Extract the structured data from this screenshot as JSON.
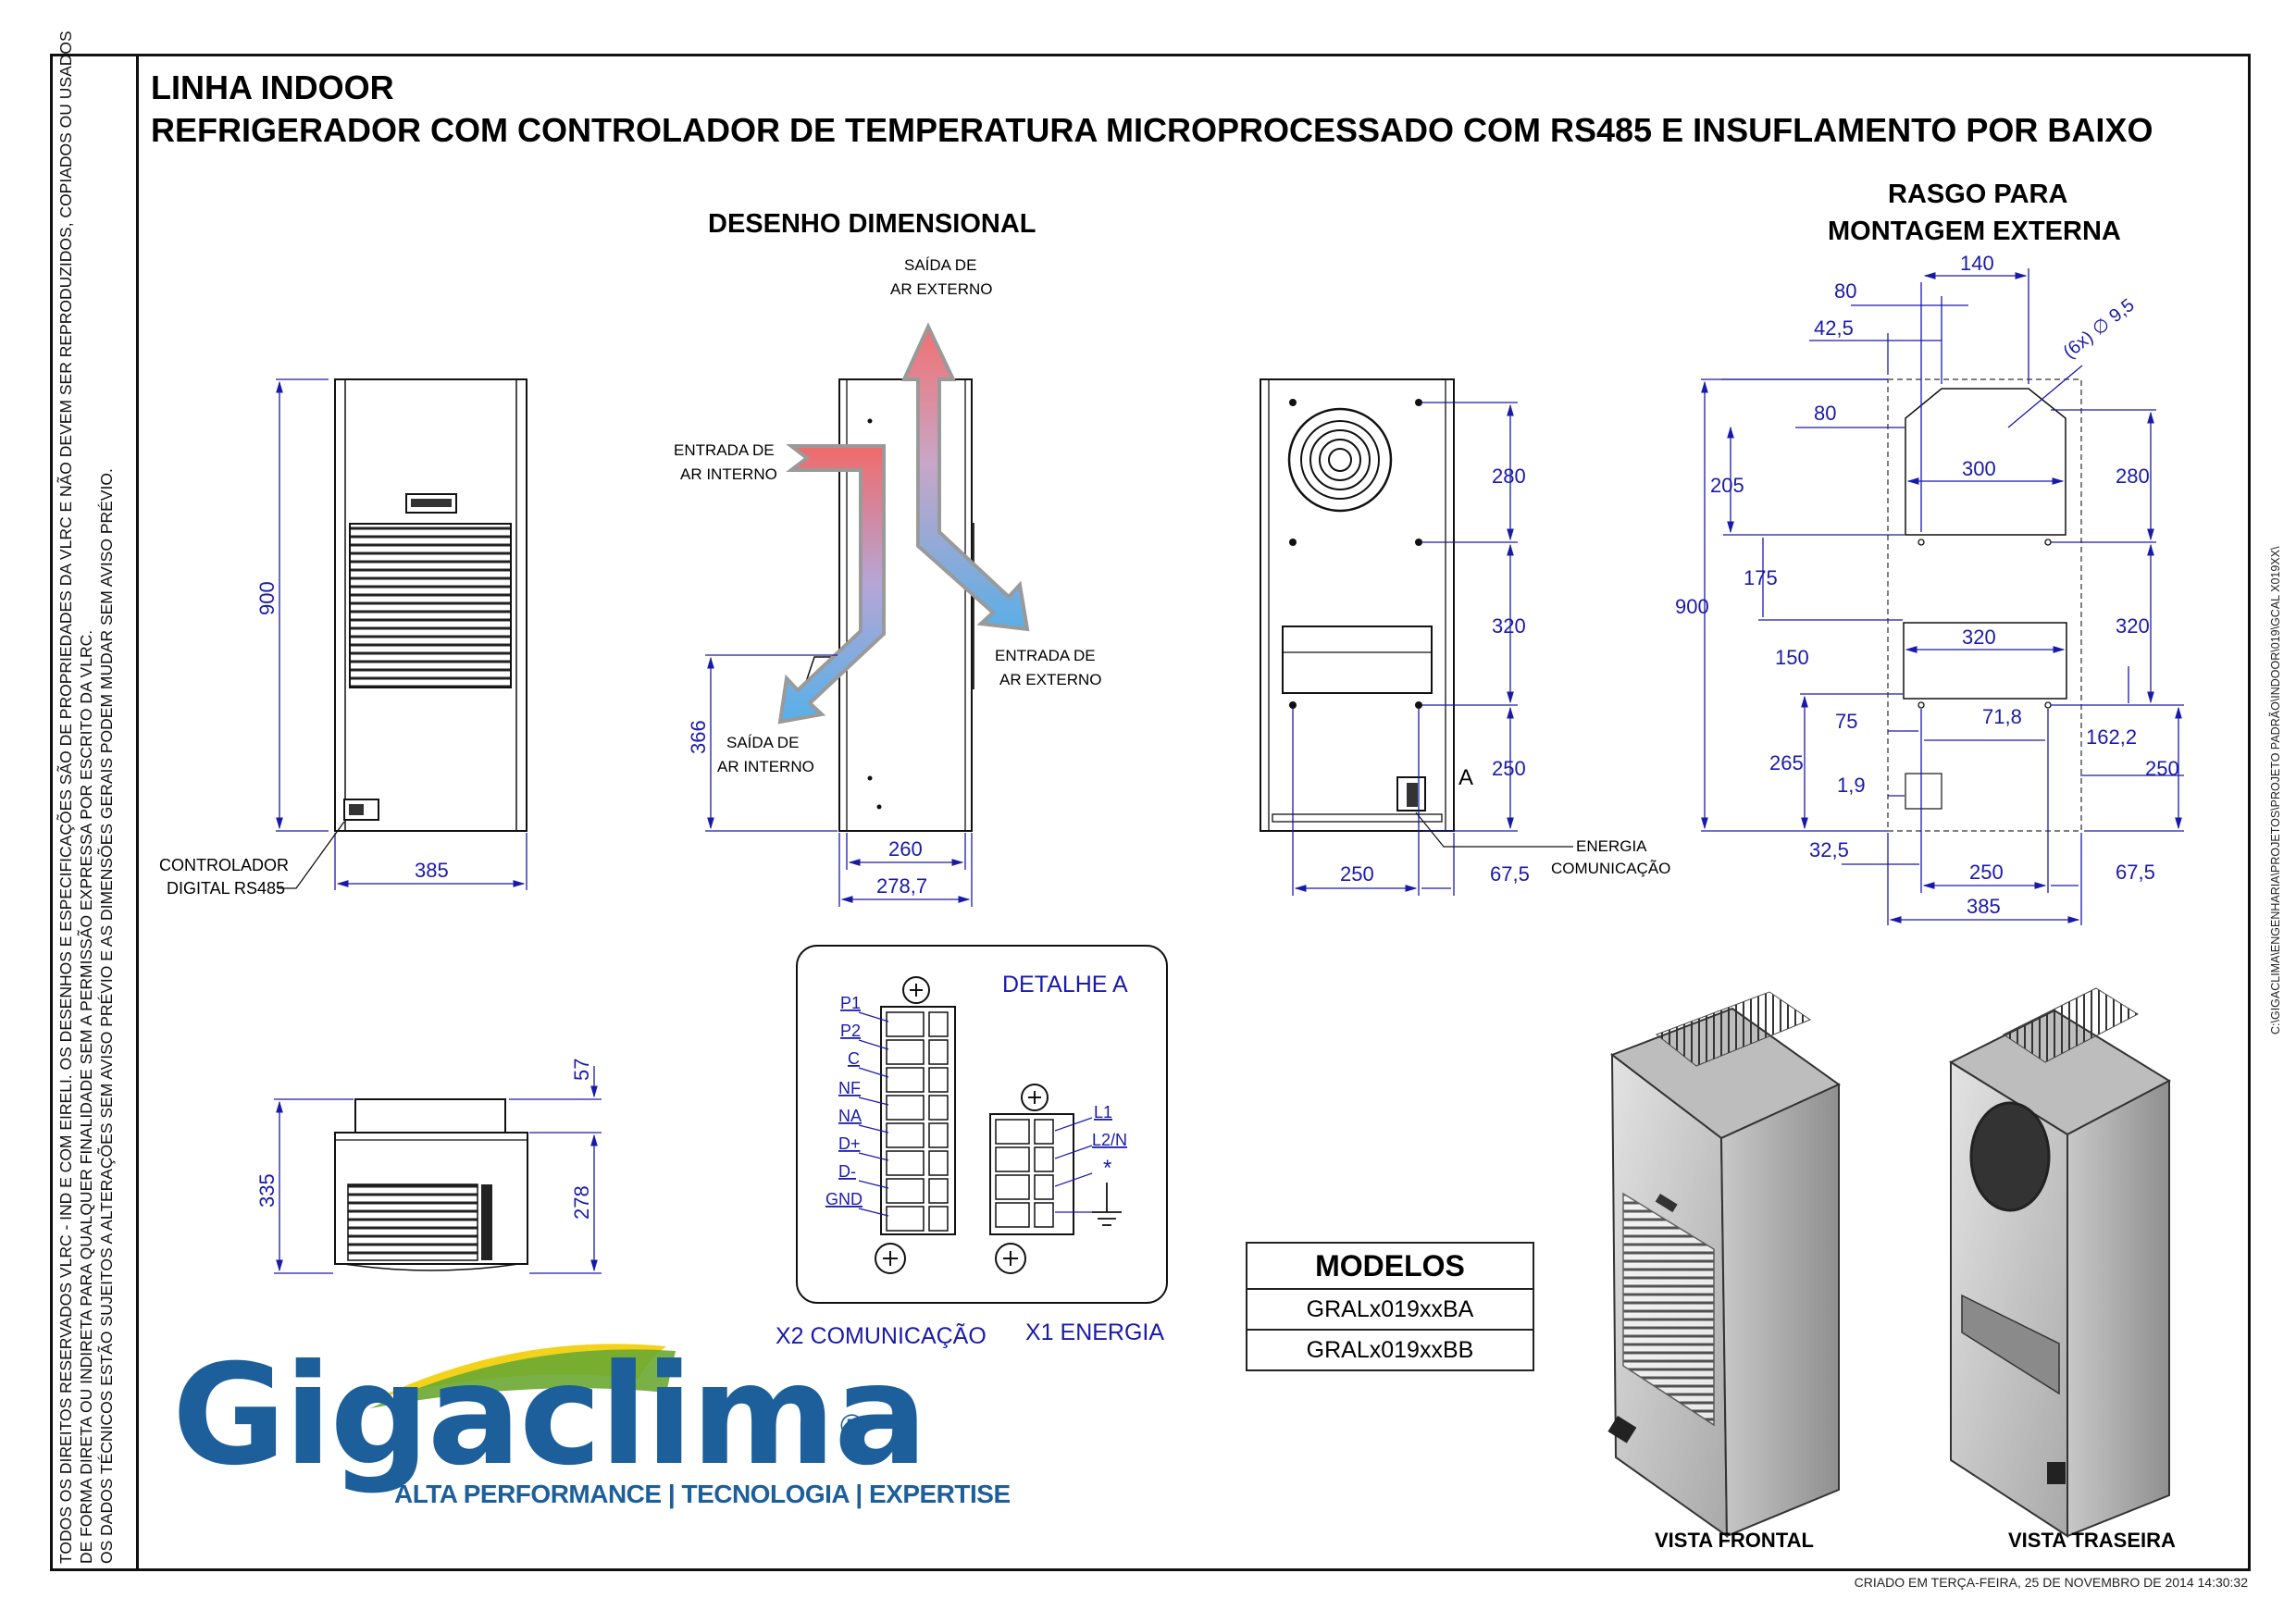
{
  "header": {
    "line1": "LINHA INDOOR",
    "line2": "REFRIGERADOR COM CONTROLADOR DE TEMPERATURA MICROPROCESSADO COM RS485 E INSUFLAMENTO POR BAIXO"
  },
  "legal": {
    "line1": "TODOS OS DIREITOS RESERVADOS VLRC - IND E COM EIRELI. OS DESENHOS E ESPECIFICAÇÕES SÃO DE PROPRIEDADES DA VLRC E NÃO DEVEM SER REPRODUZIDOS, COPIADOS OU USADOS",
    "line2": "DE FORMA DIRETA OU INDIRETA PARA QUALQUER FINALIDADE SEM A PERMISSÃO EXPRESSA POR ESCRITO DA VLRC.",
    "line3": "OS DADOS TÉCNICOS ESTÃO SUJEITOS A ALTERAÇÕES SEM AVISO PRÉVIO E AS DIMENSÕES GERAIS PODEM MUDAR SEM AVISO PRÉVIO."
  },
  "file_path": "C:\\GIGACLIMA\\ENGENHARIA\\PROJETOS\\PROJETO PADRÃO\\INDOOR\\019\\GCAL X019XX\\",
  "footer": "CRIADO EM TERÇA-FEIRA, 25 DE NOVEMBRO DE 2014 14:30:32",
  "sections": {
    "desenho": "DESENHO DIMENSIONAL",
    "rasgo1": "RASGO PARA",
    "rasgo2": "MONTAGEM EXTERNA",
    "detalhe": "DETALHE A",
    "x2": "X2 COMUNICAÇÃO",
    "x1": "X1 ENERGIA",
    "vista_frontal": "VISTA FRONTAL",
    "vista_traseira": "VISTA TRASEIRA"
  },
  "front_view": {
    "height": "900",
    "width": "385",
    "controller1": "CONTROLADOR",
    "controller2": "DIGITAL RS485"
  },
  "side_view": {
    "saida_ext1": "SAÍDA DE",
    "saida_ext2": "AR EXTERNO",
    "entrada_int1": "ENTRADA DE",
    "entrada_int2": "AR INTERNO",
    "entrada_ext1": "ENTRADA DE",
    "entrada_ext2": "AR EXTERNO",
    "saida_int1": "SAÍDA DE",
    "saida_int2": "AR INTERNO",
    "h366": "366",
    "w260": "260",
    "w278": "278,7"
  },
  "rear_view": {
    "d280": "280",
    "d320": "320",
    "d250": "250",
    "w250": "250",
    "w67": "67,5",
    "label_a": "A",
    "energia": "ENERGIA",
    "comunicacao": "COMUNICAÇÃO"
  },
  "top_view": {
    "d335": "335",
    "d57": "57",
    "d278": "278"
  },
  "cutout": {
    "d140": "140",
    "d80a": "80",
    "d42": "42,5",
    "d80b": "80",
    "hole": "(6x) ∅ 9,5",
    "d205": "205",
    "d300": "300",
    "d280": "280",
    "d900": "900",
    "d175": "175",
    "d150": "150",
    "d320a": "320",
    "d320b": "320",
    "d75": "75",
    "d71": "71,8",
    "d162": "162,2",
    "d265": "265",
    "d250r": "250",
    "d19": "1,9",
    "d32": "32,5",
    "d250b": "250",
    "d67": "67,5",
    "d385": "385"
  },
  "terminals": {
    "x2_labels": [
      "P1",
      "P2",
      "C",
      "NF",
      "NA",
      "D+",
      "D-",
      "GND"
    ],
    "x1_labels": [
      "L1",
      "L2/N",
      "*"
    ]
  },
  "models": {
    "heading": "MODELOS",
    "items": [
      "GRALx019xxBA",
      "GRALx019xxBB"
    ]
  },
  "brand": {
    "name": "Gigaclima",
    "reg": "®",
    "tagline": "ALTA PERFORMANCE | TECNOLOGIA | EXPERTISE"
  },
  "colors": {
    "dimension": "#1a1aaa",
    "brand_blue": "#1d5f9a",
    "brand_green": "#6aa832",
    "brand_yellow": "#f2d21a"
  }
}
